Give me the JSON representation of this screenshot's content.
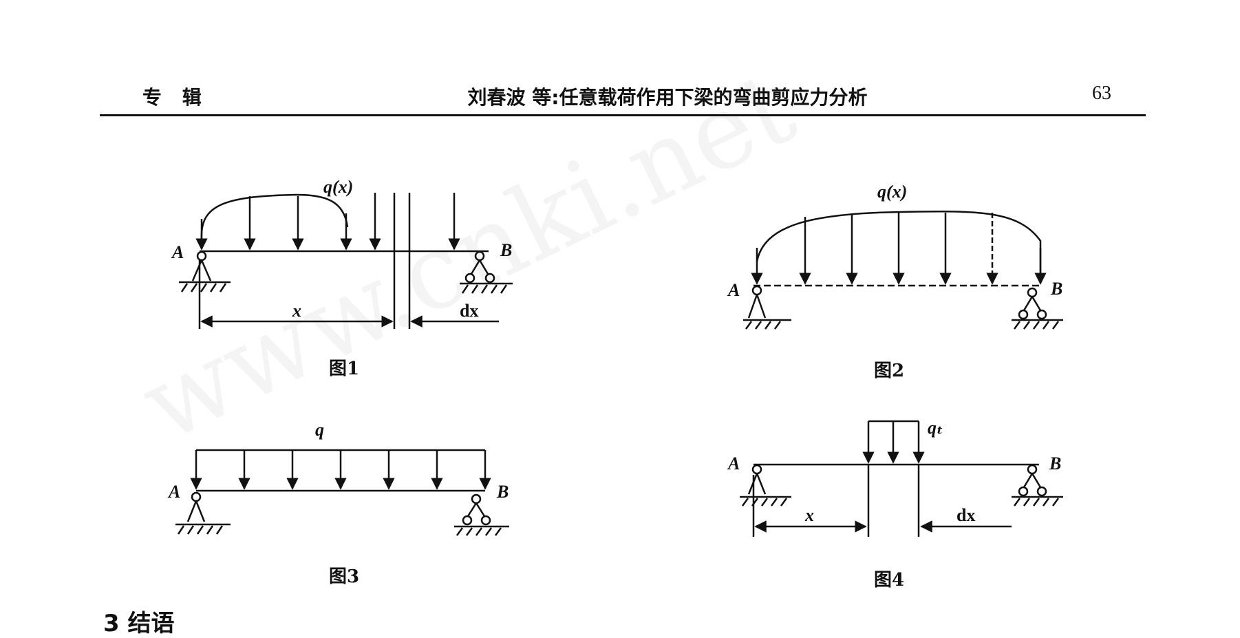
{
  "header": {
    "section": "专 辑",
    "title": "刘春波 等:任意载荷作用下梁的弯曲剪应力分析",
    "page_number": "63"
  },
  "figures": [
    {
      "caption": "图1",
      "load_label": "q(x)",
      "left_support": "A",
      "right_support": "B",
      "dim_x": "x",
      "dim_dx": "dx"
    },
    {
      "caption": "图2",
      "load_label": "q(x)",
      "left_support": "A",
      "right_support": "B"
    },
    {
      "caption": "图3",
      "load_label": "q",
      "left_support": "A",
      "right_support": "B"
    },
    {
      "caption": "图4",
      "load_label": "qₜ",
      "left_support": "A",
      "right_support": "B",
      "dim_x": "x",
      "dim_dx": "dx"
    }
  ],
  "watermark": "www.cnki.net",
  "next_section": "3 结语"
}
